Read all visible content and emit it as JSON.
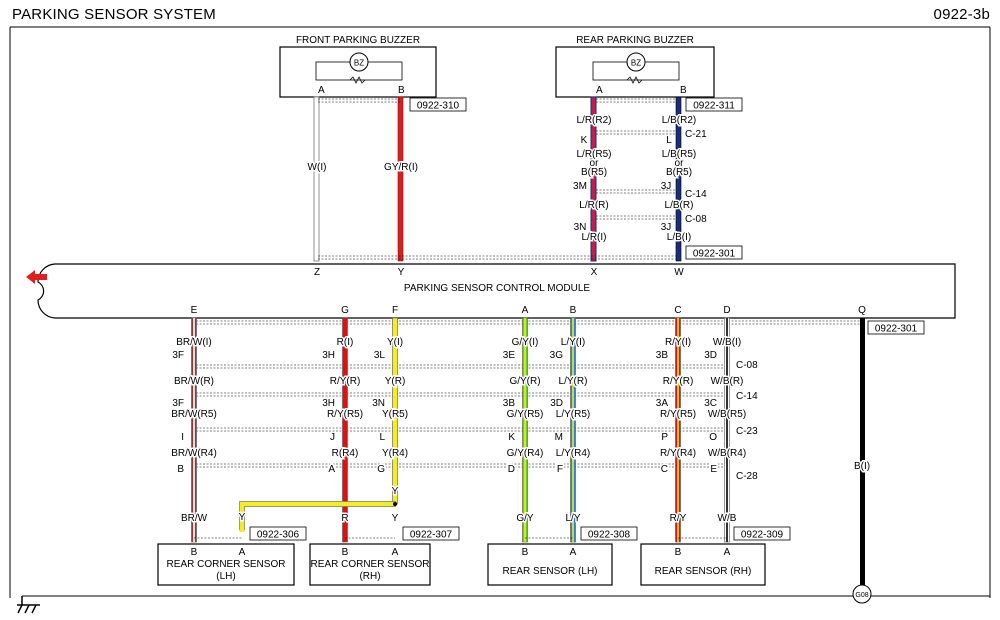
{
  "header": {
    "title": "PARKING SENSOR SYSTEM",
    "page_code": "0922-3b"
  },
  "module": {
    "name": "PARKING SENSOR CONTROL MODULE",
    "top_pins": [
      "Z",
      "Y",
      "X",
      "W"
    ],
    "bottom_pins": [
      "E",
      "G",
      "F",
      "A",
      "B",
      "C",
      "D",
      "Q"
    ],
    "top_connector": "0922-301",
    "bottom_connector": "0922-301"
  },
  "buzzers": {
    "front": {
      "title": "FRONT PARKING BUZZER",
      "symbol": "BZ",
      "pins": [
        "A",
        "B"
      ],
      "connector": "0922-310"
    },
    "rear": {
      "title": "REAR PARKING BUZZER",
      "symbol": "BZ",
      "pins": [
        "A",
        "B"
      ],
      "connector": "0922-311"
    }
  },
  "front_wires": [
    {
      "label": "W(I)",
      "colors": [
        "#ffffff"
      ]
    },
    {
      "label": "GY/R(I)",
      "colors": [
        "#d42020"
      ]
    }
  ],
  "rear_buzzer_wiring": {
    "col1": [
      "L/R(R2)",
      "K",
      "L/R(R5)",
      "or",
      "B(R5)",
      "3M",
      "L/R(R)",
      "3N",
      "L/R(I)"
    ],
    "col2": [
      "L/B(R2)",
      "L",
      "L/B(R5)",
      "or",
      "B(R5)",
      "3J",
      "L/B(R)",
      "3J",
      "L/B(I)"
    ],
    "joints": [
      "C-21",
      "C-14",
      "C-08"
    ]
  },
  "sensor_harness": {
    "columns": [
      {
        "pin": "E",
        "labels": [
          "BR/W(I)",
          "3F",
          "BR/W(R)",
          "3F",
          "BR/W(R5)",
          "I",
          "BR/W(R4)",
          "B",
          "BR/W"
        ],
        "colors": [
          "#8b3a3a",
          "#ffffff"
        ]
      },
      {
        "pin": "G",
        "labels": [
          "R(I)",
          "3H",
          "R/Y(R)",
          "3H",
          "R/Y(R5)",
          "J",
          "R(R4)",
          "A",
          "R"
        ],
        "colors": [
          "#e01010"
        ]
      },
      {
        "pin": "F",
        "labels": [
          "Y(I)",
          "3L",
          "Y(R)",
          "3N",
          "Y(R5)",
          "L",
          "Y(R4)",
          "G",
          "Y",
          "Y"
        ],
        "colors": [
          "#f2ee20"
        ]
      },
      {
        "pin": "A",
        "labels": [
          "G/Y(I)",
          "3E",
          "G/Y(R)",
          "3B",
          "G/Y(R5)",
          "K",
          "G/Y(R4)",
          "D",
          "G/Y"
        ],
        "colors": [
          "#60d020",
          "#f2ee20"
        ]
      },
      {
        "pin": "B",
        "labels": [
          "L/Y(I)",
          "3G",
          "L/Y(R)",
          "3D",
          "L/Y(R5)",
          "M",
          "L/Y(R4)",
          "F",
          "L/Y"
        ],
        "colors": [
          "#2e7fd8",
          "#f2ee20"
        ]
      },
      {
        "pin": "C",
        "labels": [
          "R/Y(I)",
          "3B",
          "R/Y(R)",
          "3A",
          "R/Y(R5)",
          "P",
          "R/Y(R4)",
          "C",
          "R/Y"
        ],
        "colors": [
          "#e01010",
          "#f2ee20"
        ]
      },
      {
        "pin": "D",
        "labels": [
          "W/B(I)",
          "3D",
          "W/B(R)",
          "3C",
          "W/B(R5)",
          "O",
          "W/B(R4)",
          "E",
          "W/B"
        ],
        "colors": [
          "#ffffff",
          "#000000"
        ]
      }
    ],
    "joints": [
      "C-08",
      "C-14",
      "C-23",
      "C-28"
    ],
    "ground_wire": "B(I)",
    "ground": "G08"
  },
  "sensors": [
    {
      "name": "REAR CORNER SENSOR (LH)",
      "pins": [
        "B",
        "A"
      ],
      "pin_tags": [
        "",
        "Y"
      ],
      "connector": "0922-306"
    },
    {
      "name": "REAR CORNER SENSOR (RH)",
      "pins": [
        "B",
        "A"
      ],
      "pin_tags": [
        "",
        ""
      ],
      "connector": "0922-307"
    },
    {
      "name": "REAR SENSOR (LH)",
      "pins": [
        "B",
        "A"
      ],
      "pin_tags": [
        "",
        ""
      ],
      "connector": "0922-308"
    },
    {
      "name": "REAR SENSOR (RH)",
      "pins": [
        "B",
        "A"
      ],
      "pin_tags": [
        "",
        ""
      ],
      "connector": "0922-309"
    }
  ],
  "colors": {
    "arrow": "#e02020",
    "red": "#d42020",
    "yellow": "#f2ee20",
    "green": "#60d020",
    "blue": "#2e7fd8",
    "navy": "#1a2d7a",
    "brown": "#8b3a3a",
    "black": "#000000"
  }
}
